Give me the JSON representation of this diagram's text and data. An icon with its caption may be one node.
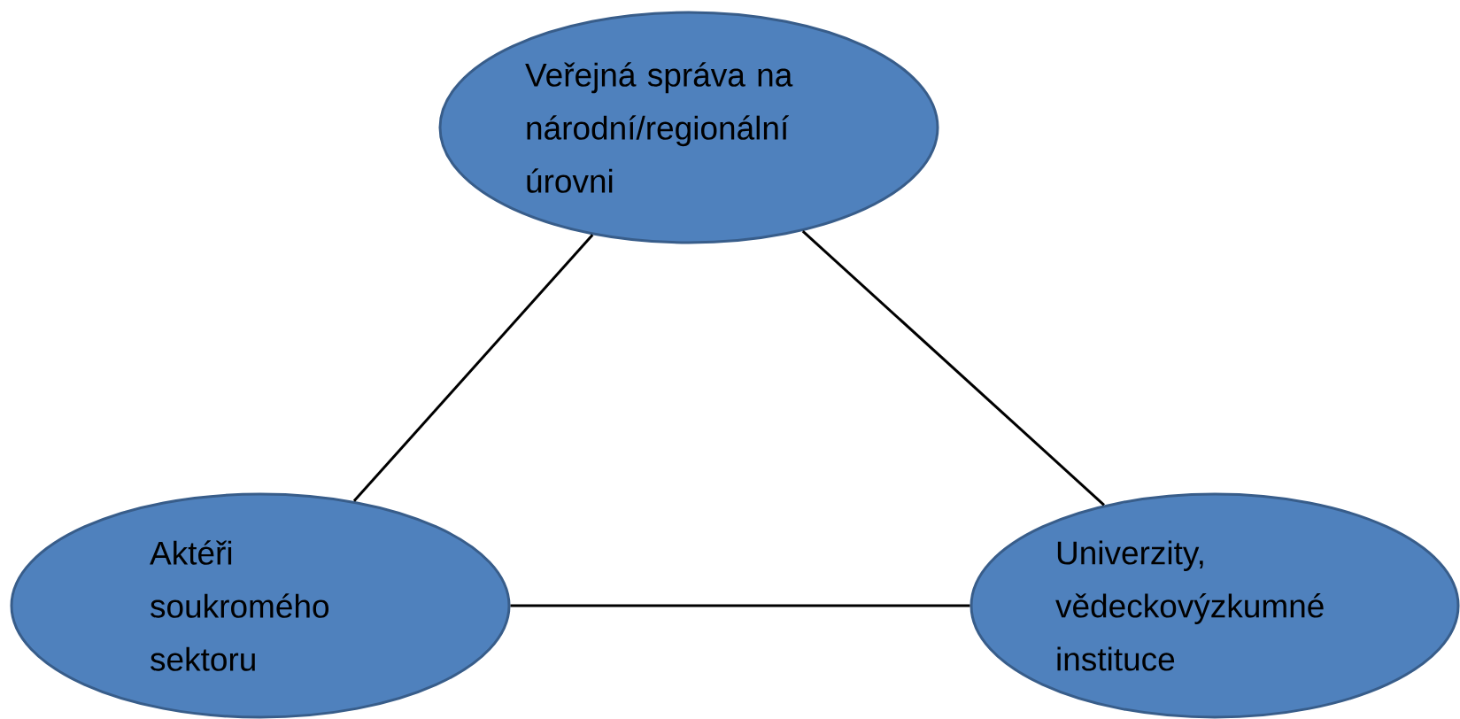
{
  "diagram": {
    "nodes": [
      {
        "text": [
          "Veřejná správa na národní/regionální úrovni"
        ]
      },
      {
        "text": [
          "Aktéři soukromého sektoru"
        ]
      },
      {
        "text": [
          "Univerzity, vědeckovýzkumné instituce"
        ]
      }
    ],
    "edges": [
      {
        "from": 0,
        "to": 1,
        "arrow": "none"
      },
      {
        "from": 0,
        "to": 2,
        "arrow": "none"
      },
      {
        "from": 1,
        "to": 2,
        "arrow": "none"
      }
    ]
  }
}
